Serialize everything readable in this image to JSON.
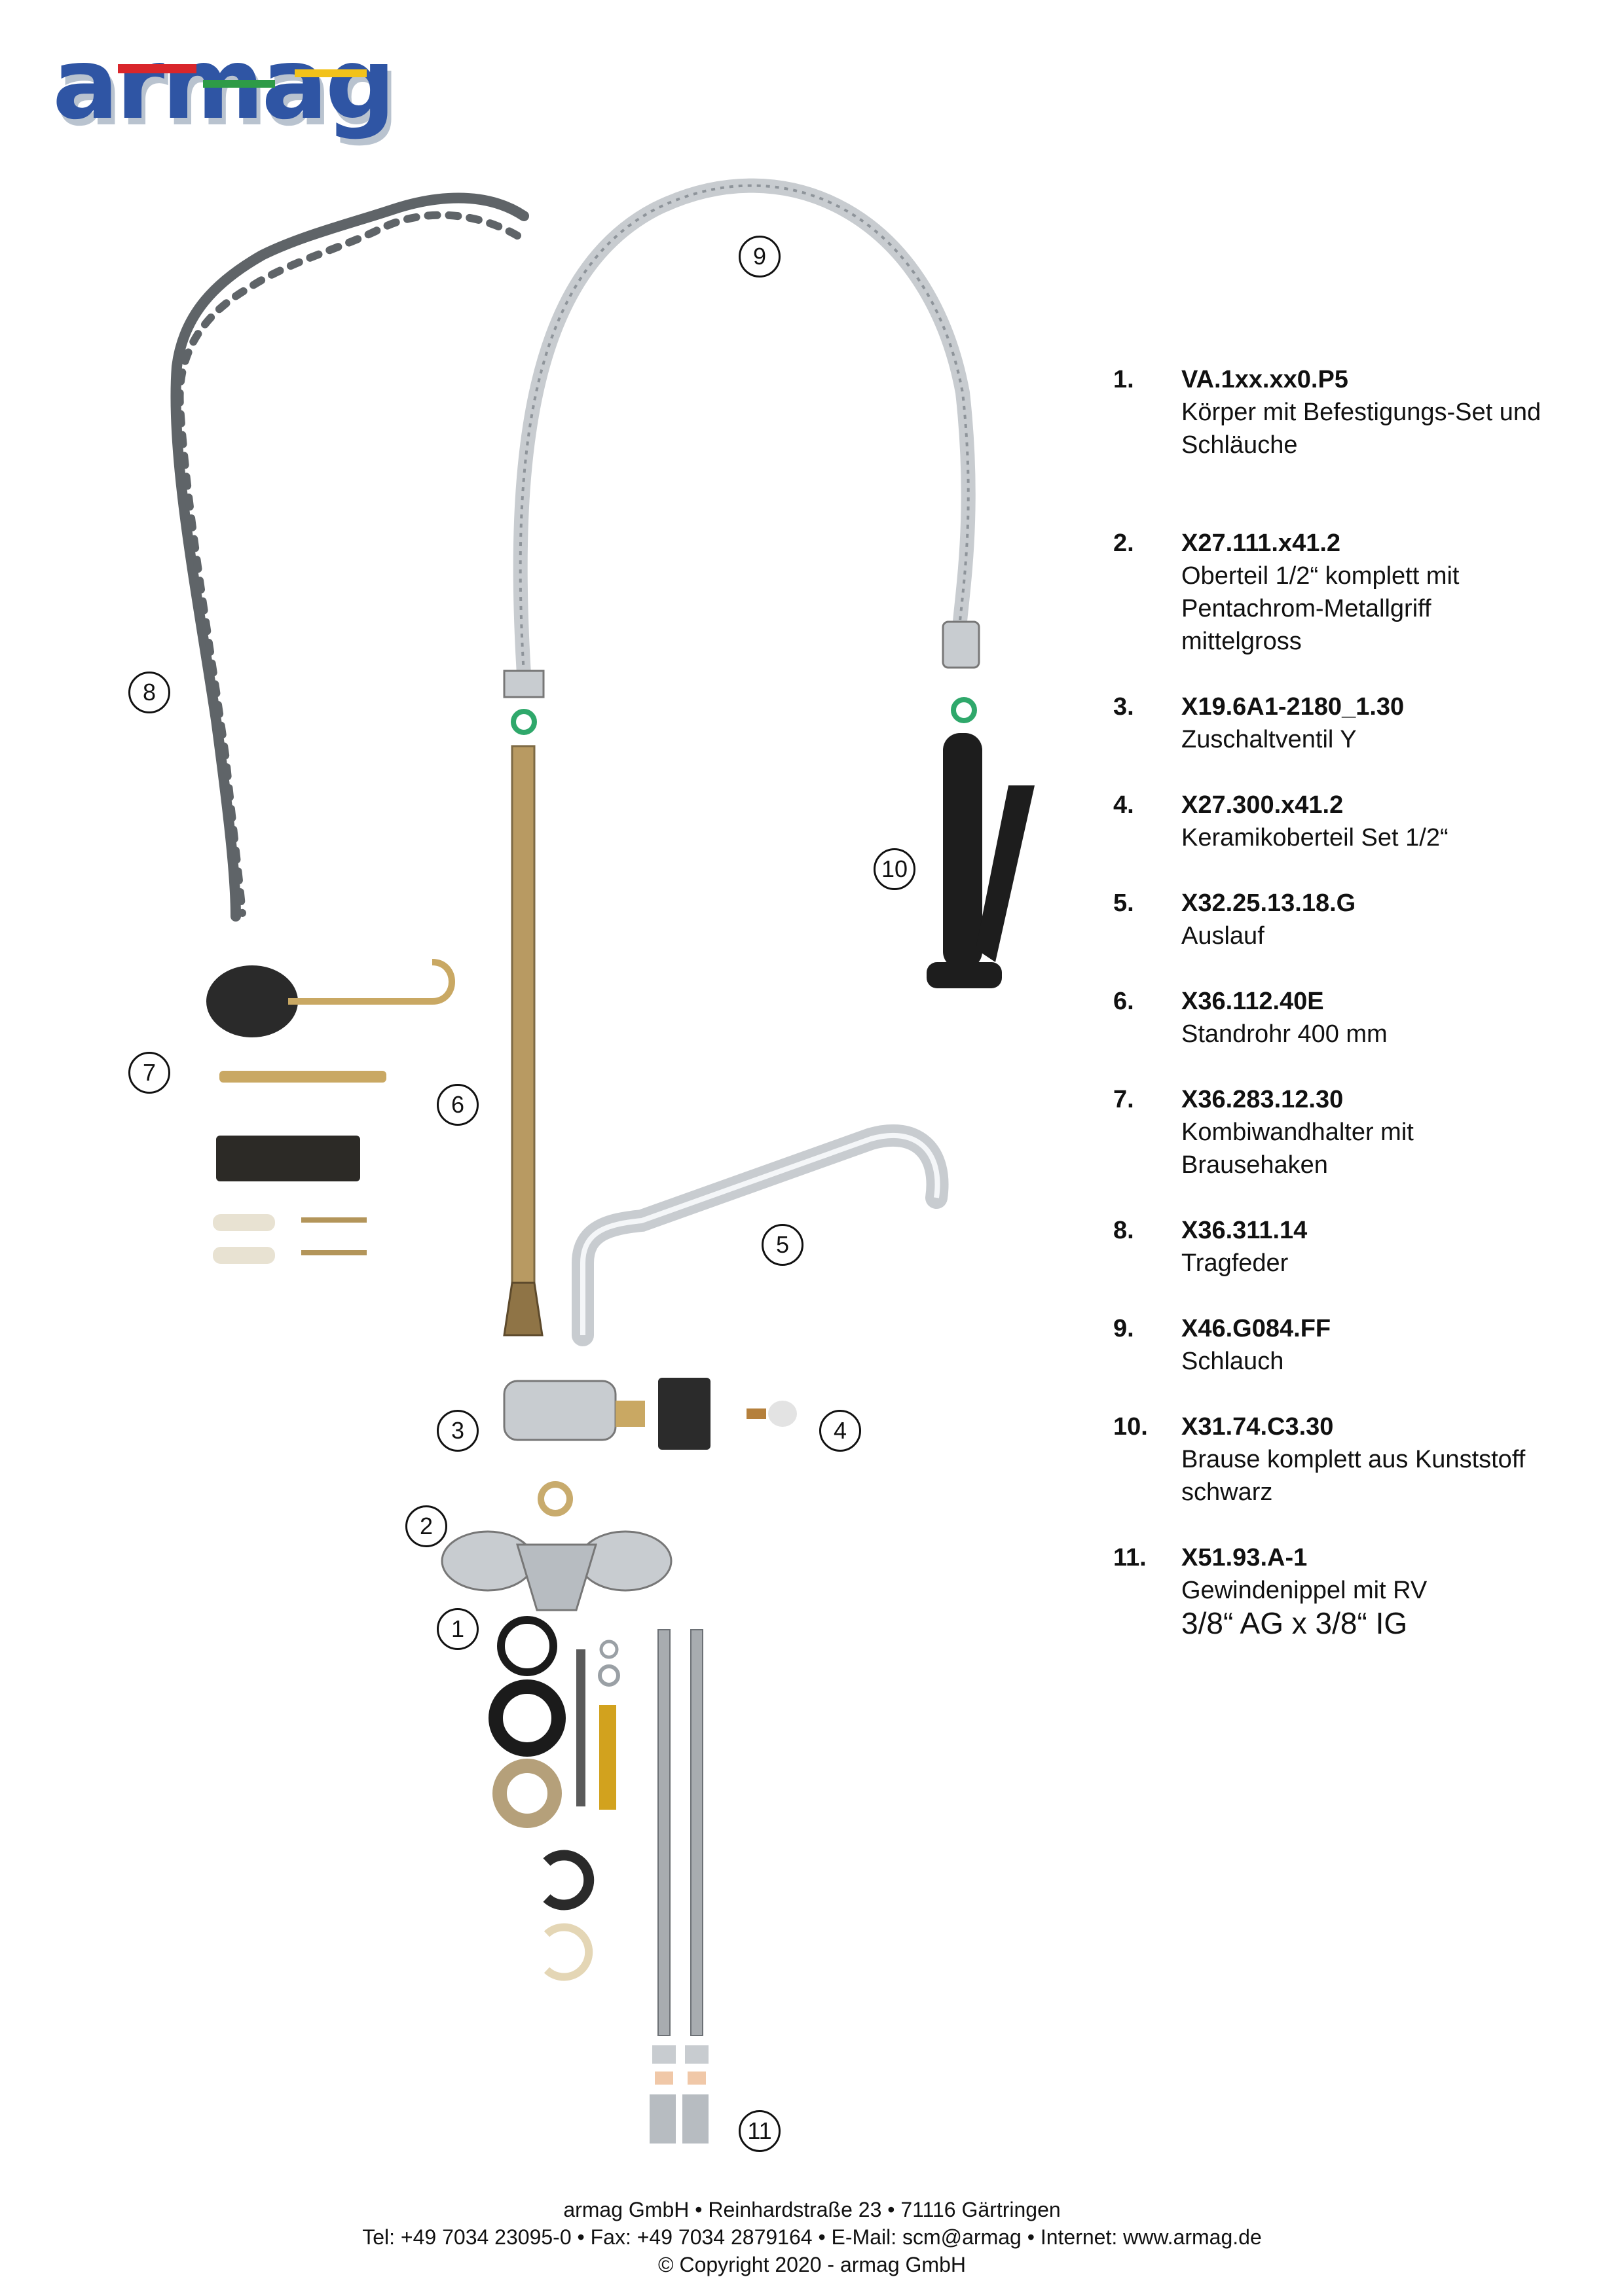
{
  "logo": {
    "text": "armag"
  },
  "callouts": [
    "1",
    "2",
    "3",
    "4",
    "5",
    "6",
    "7",
    "8",
    "9",
    "10",
    "11"
  ],
  "parts": [
    {
      "num": "1.",
      "code": "VA.1xx.xx0.P5",
      "desc": "Körper mit Befestigungs-Set und Schläuche"
    },
    {
      "num": "2.",
      "code": "X27.111.x41.2",
      "desc": "Oberteil 1/2“ komplett mit Pentachrom-Metallgriff mittelgross"
    },
    {
      "num": "3.",
      "code": "X19.6A1-2180_1.30",
      "desc": "Zuschaltventil Y"
    },
    {
      "num": "4.",
      "code": "X27.300.x41.2",
      "desc": "Keramikoberteil Set 1/2“"
    },
    {
      "num": "5.",
      "code": "X32.25.13.18.G",
      "desc": "Auslauf"
    },
    {
      "num": "6.",
      "code": "X36.112.40E",
      "desc": "Standrohr 400 mm"
    },
    {
      "num": "7.",
      "code": "X36.283.12.30",
      "desc": "Kombiwandhalter mit Brausehaken"
    },
    {
      "num": "8.",
      "code": "X36.311.14",
      "desc": "Tragfeder"
    },
    {
      "num": "9.",
      "code": "X46.G084.FF",
      "desc": "Schlauch"
    },
    {
      "num": "10.",
      "code": "X31.74.C3.30",
      "desc": "Brause komplett aus Kunststoff schwarz"
    },
    {
      "num": "11.",
      "code": "X51.93.A-1",
      "desc": "Gewindenippel mit RV",
      "extra": "3/8“ AG x 3/8“ IG"
    }
  ],
  "footer": {
    "line1": "armag GmbH • Reinhardstraße 23 • 71116 Gärtringen",
    "line2": "Tel: +49 7034 23095-0 • Fax: +49 7034 2879164 • E-Mail: scm@armag • Internet: www.armag.de",
    "line3": "© Copyright 2020 - armag GmbH"
  },
  "colors": {
    "logo_blue": "#2f55a4",
    "logo_red": "#d9262b",
    "logo_green": "#2e9b47",
    "logo_yellow": "#f2c21a",
    "logo_shadow": "#b9c3cf",
    "oring_green": "#2fa86b",
    "brass": "#b89a62",
    "chrome": "#c8ccd0",
    "spring_gray": "#5f6468",
    "black_part": "#1d1d1d"
  }
}
